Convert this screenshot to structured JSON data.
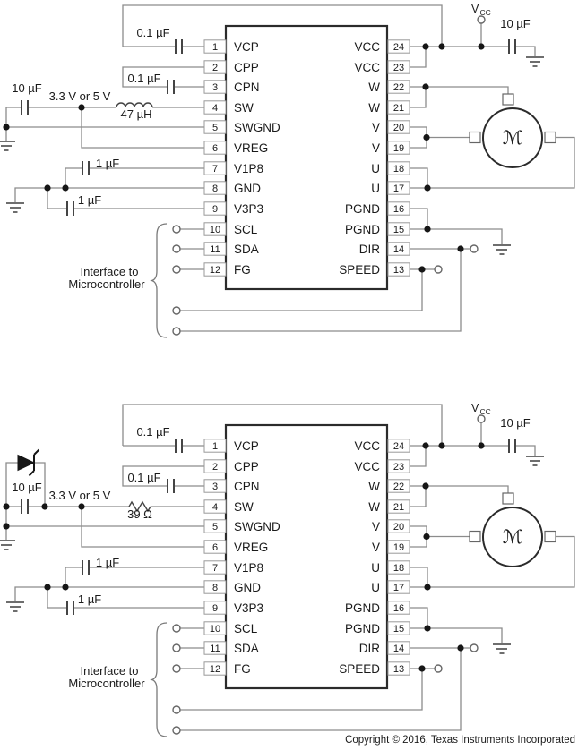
{
  "diagram": {
    "copyright": "Copyright © 2016, Texas Instruments Incorporated",
    "supply": {
      "label": "V",
      "subscript": "CC"
    },
    "interface_label": {
      "line1": "Interface to",
      "line2": "Microcontroller"
    },
    "motor": {
      "symbol": "ℳ"
    },
    "ic": {
      "pins_left": [
        {
          "num": "1",
          "name": "VCP"
        },
        {
          "num": "2",
          "name": "CPP"
        },
        {
          "num": "3",
          "name": "CPN"
        },
        {
          "num": "4",
          "name": "SW"
        },
        {
          "num": "5",
          "name": "SWGND"
        },
        {
          "num": "6",
          "name": "VREG"
        },
        {
          "num": "7",
          "name": "V1P8"
        },
        {
          "num": "8",
          "name": "GND"
        },
        {
          "num": "9",
          "name": "V3P3"
        },
        {
          "num": "10",
          "name": "SCL"
        },
        {
          "num": "11",
          "name": "SDA"
        },
        {
          "num": "12",
          "name": "FG"
        }
      ],
      "pins_right": [
        {
          "num": "24",
          "name": "VCC"
        },
        {
          "num": "23",
          "name": "VCC"
        },
        {
          "num": "22",
          "name": "W"
        },
        {
          "num": "21",
          "name": "W"
        },
        {
          "num": "20",
          "name": "V"
        },
        {
          "num": "19",
          "name": "V"
        },
        {
          "num": "18",
          "name": "U"
        },
        {
          "num": "17",
          "name": "U"
        },
        {
          "num": "16",
          "name": "PGND"
        },
        {
          "num": "15",
          "name": "PGND"
        },
        {
          "num": "14",
          "name": "DIR"
        },
        {
          "num": "13",
          "name": "SPEED"
        }
      ]
    },
    "circuits": [
      {
        "id": "top",
        "vcp_cap": "0.1 µF",
        "cpn_cap": "0.1 µF",
        "input_cap": "10 µF",
        "input_rail": "3.3 V or 5 V",
        "sw_component": {
          "type": "inductor",
          "label": "47 µH"
        },
        "v1p8_cap": "1 µF",
        "v3p3_cap": "1 µF",
        "vcc_cap": "10 µF",
        "has_zener": false
      },
      {
        "id": "bottom",
        "vcp_cap": "0.1 µF",
        "cpn_cap": "0.1 µF",
        "input_cap": "10 µF",
        "input_rail": "3.3 V or 5 V",
        "sw_component": {
          "type": "resistor",
          "label": "39 Ω"
        },
        "v1p8_cap": "1 µF",
        "v3p3_cap": "1 µF",
        "vcc_cap": "10 µF",
        "has_zener": true
      }
    ],
    "colors": {
      "wire": "#8c8c8c",
      "outline": "#2b2b2b",
      "component": "#444444",
      "ground": "#6e6e6e",
      "box_border": "#9a9a9a",
      "terminal": "#666666",
      "text": "#1a1a1a"
    }
  }
}
